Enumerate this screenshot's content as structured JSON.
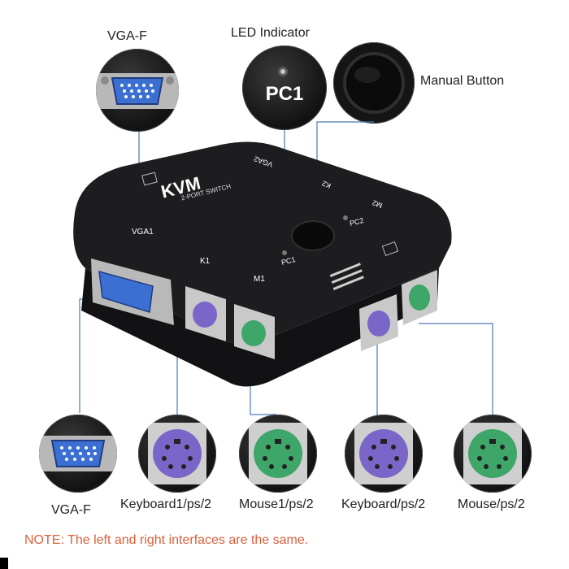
{
  "labels": {
    "vga_top": "VGA-F",
    "led": "LED Indicator",
    "manual": "Manual Button",
    "vga_bottom": "VGA-F",
    "kb1": "Keyboard1/ps/2",
    "mouse1": "Mouse1/ps/2",
    "kb2": "Keyboard/ps/2",
    "mouse2": "Mouse/ps/2"
  },
  "device_text": {
    "brand": "KVM",
    "subtitle": "2-PORT SWITCH",
    "vga1": "VGA1",
    "k1": "K1",
    "m1": "M1",
    "pc1": "PC1",
    "pc2": "PC2",
    "vga2": "VGA2",
    "k2": "K2",
    "m2": "M2",
    "led_pc1": "PC1"
  },
  "note": "NOTE: The left and right interfaces are the same.",
  "colors": {
    "line": "#4a78b0",
    "note": "#d9603b",
    "vga_blue": "#3b6fd1",
    "ps2_purple": "#7a66c9",
    "ps2_green": "#3fa66a",
    "body": "#1b1b1d"
  }
}
